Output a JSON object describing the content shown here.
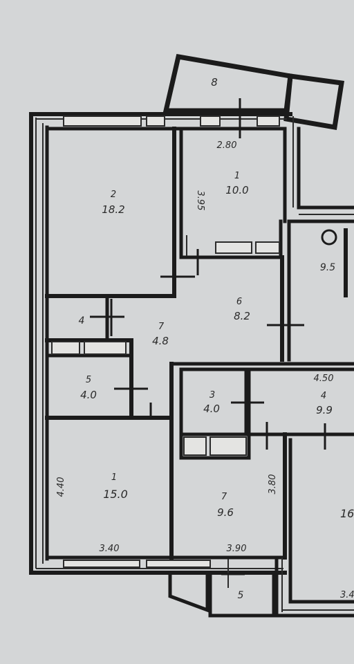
{
  "rooms": [
    {
      "id": "balcony-top",
      "label": "8",
      "area": ""
    },
    {
      "id": "room-1",
      "label": "1",
      "area": "10.0"
    },
    {
      "id": "room-2",
      "label": "2",
      "area": "18.2"
    },
    {
      "id": "room-9",
      "label": "",
      "area": "9.5"
    },
    {
      "id": "room-4",
      "label": "4",
      "area": ""
    },
    {
      "id": "corridor-6",
      "label": "6",
      "area": "8.2"
    },
    {
      "id": "corridor-7",
      "label": "7",
      "area": "4.8"
    },
    {
      "id": "room-5",
      "label": "5",
      "area": "4.0"
    },
    {
      "id": "room-3a",
      "label": "3",
      "area": "4.0"
    },
    {
      "id": "room-4b",
      "label": "4",
      "area": "9.9"
    },
    {
      "id": "room-15",
      "label": "1",
      "area": "15.0"
    },
    {
      "id": "room-7",
      "label": "7",
      "area": "9.6"
    },
    {
      "id": "room-r",
      "label": "",
      "area": "16"
    },
    {
      "id": "balcony-bottom",
      "label": "5",
      "area": ""
    }
  ],
  "dimensions": {
    "top": "2.80",
    "room1_side": "3.95",
    "kitchen_top": "4.50",
    "left_side": "4.40",
    "bottom_left": "3.40",
    "middle_side": "3.80",
    "bottom_mid": "3.90",
    "bottom_right": "3.4"
  },
  "fixtures": {
    "sink": "sink-circle-icon"
  }
}
